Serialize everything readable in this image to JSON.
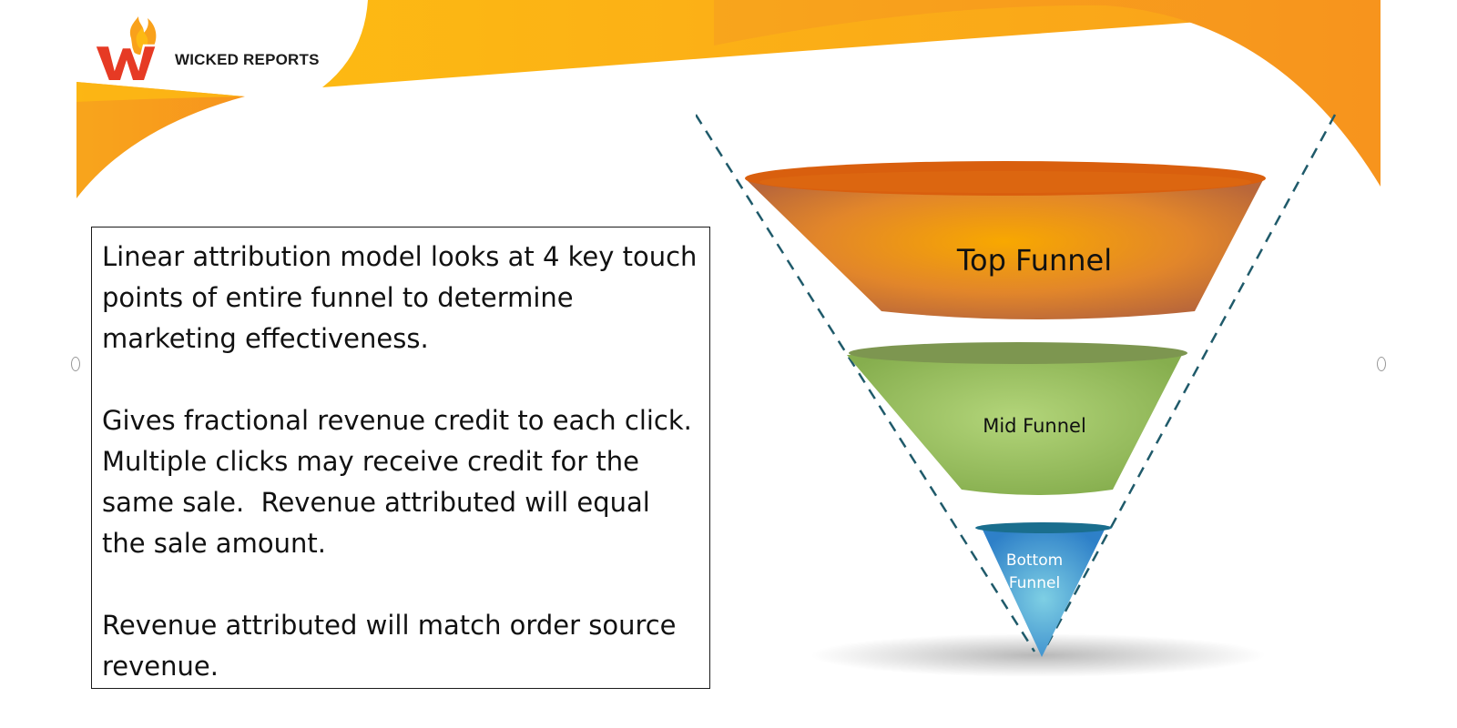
{
  "brand": {
    "name": "WICKED REPORTS",
    "logo_letter": "W",
    "colors": {
      "orange": "#F7941D",
      "yellow": "#FDB913",
      "red": "#E63A24"
    }
  },
  "text_box": {
    "paragraphs": [
      "Linear attribution model looks at 4 key touch\npoints of entire funnel to determine\nmarketing effectiveness.",
      "Gives fractional revenue credit to each click.\nMultiple clicks may receive credit for the\nsame sale.  Revenue attributed will equal\nthe sale amount.",
      "Revenue attributed will match order source\nrevenue."
    ]
  },
  "funnel": {
    "top_label": "Top Funnel",
    "mid_label": "Mid Funnel",
    "bottom_label": "Bottom Funnel",
    "colors": {
      "top_rim": "#D95F0E",
      "top_center": "#F8A800",
      "top_edge": "#B9673A",
      "mid_rim": "#7D9650",
      "mid_center": "#B3D57A",
      "mid_edge": "#86AE4E",
      "bottom_rim": "#1A6E8E",
      "bottom_center": "#7ECFE4",
      "bottom_edge": "#2E80C8",
      "dashed_line": "#1F5A6A"
    }
  }
}
